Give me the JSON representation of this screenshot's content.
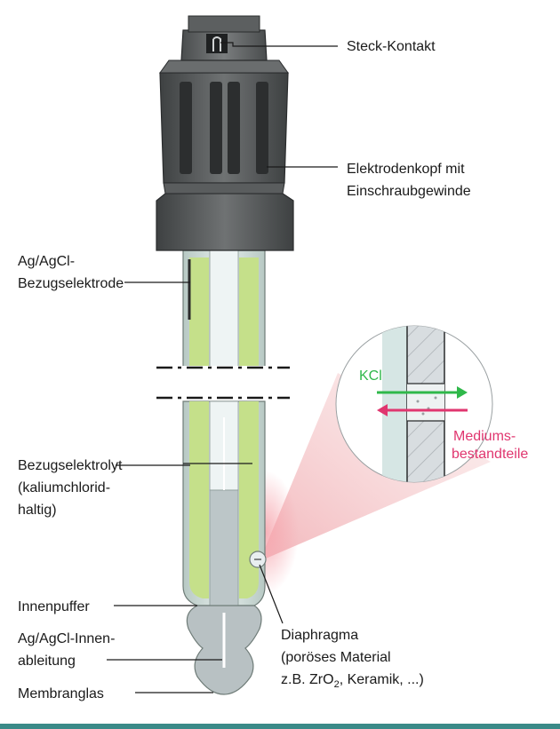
{
  "labels": {
    "steck_kontakt": "Steck-Kontakt",
    "elektrodenkopf_1": "Elektrodenkopf mit",
    "elektrodenkopf_2": "Einschraubgewinde",
    "bezugselektrode_1": "Ag/AgCl-",
    "bezugselektrode_2": "Bezugselektrode",
    "bezugselektrolyt_1": "Bezugselektrolyt",
    "bezugselektrolyt_2": "(kaliumchlorid-",
    "bezugselektrolyt_3": "haltig)",
    "innenpuffer": "Innenpuffer",
    "innenableitung_1": "Ag/AgCl-Innen-",
    "innenableitung_2": "ableitung",
    "membranglas": "Membranglas",
    "diaphragma_1": "Diaphragma",
    "diaphragma_2": "(poröses Material",
    "diaphragma_3_pre": "z.B. ZrO",
    "diaphragma_3_sub": "2",
    "diaphragma_3_post": ", Keramik, ...)"
  },
  "inset": {
    "kcl_label": "KCl",
    "medium_1": "Mediums-",
    "medium_2": "bestandteile"
  },
  "colors": {
    "head_dark": "#4a4d4e",
    "head_mid": "#6f7273",
    "glass_body": "#cfdcd8",
    "electrolyte": "#c5e08a",
    "inner_buffer": "#bcc6c8",
    "kcl_arrow": "#2fb84a",
    "medium_arrow": "#e0366f",
    "glow": "#f6a6ae",
    "bottom_band": "#3a8a88"
  }
}
